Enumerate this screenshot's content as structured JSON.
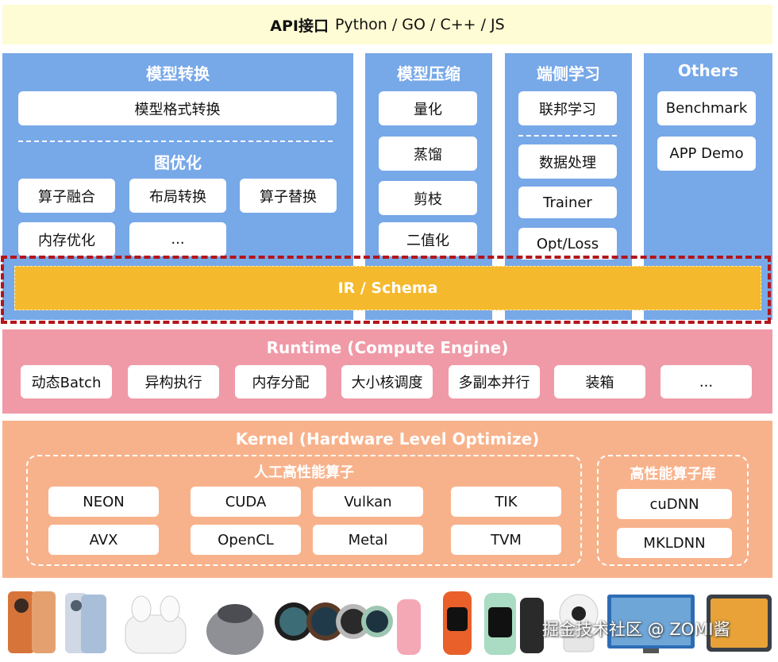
{
  "api": {
    "bold": "API接口",
    "rest": "Python / GO / C++ / JS"
  },
  "convert": {
    "title": "模型转换",
    "format": "模型格式转换",
    "graph_title": "图优化",
    "graph_items": [
      "算子融合",
      "布局转换",
      "算子替换",
      "内存优化",
      "..."
    ]
  },
  "compress": {
    "title": "模型压缩",
    "items": [
      "量化",
      "蒸馏",
      "剪枝",
      "二值化"
    ]
  },
  "edge": {
    "title": "端侧学习",
    "top": "联邦学习",
    "items": [
      "数据处理",
      "Trainer",
      "Opt/Loss"
    ]
  },
  "others": {
    "title": "Others",
    "items": [
      "Benchmark",
      "APP Demo"
    ]
  },
  "ir": {
    "label": "IR / Schema"
  },
  "runtime": {
    "title": "Runtime (Compute Engine)",
    "items": [
      "动态Batch",
      "异构执行",
      "内存分配",
      "大小核调度",
      "多副本并行",
      "装箱",
      "..."
    ]
  },
  "kernel": {
    "title": "Kernel (Hardware Level Optimize)",
    "ops_title": "人工高性能算子",
    "ops": [
      "NEON",
      "AVX",
      "CUDA",
      "OpenCL",
      "Vulkan",
      "Metal",
      "TIK",
      "TVM"
    ],
    "lib_title": "高性能算子库",
    "libs": [
      "cuDNN",
      "MKLDNN"
    ]
  },
  "watermark": "掘金技术社区 @ ZOMI酱",
  "colors": {
    "api_bg": "#fefcd4",
    "blue": "#77a8e8",
    "ir": "#f5b92d",
    "ir_border": "#b3151b",
    "runtime": "#f09aa7",
    "kernel": "#f8b28b"
  }
}
